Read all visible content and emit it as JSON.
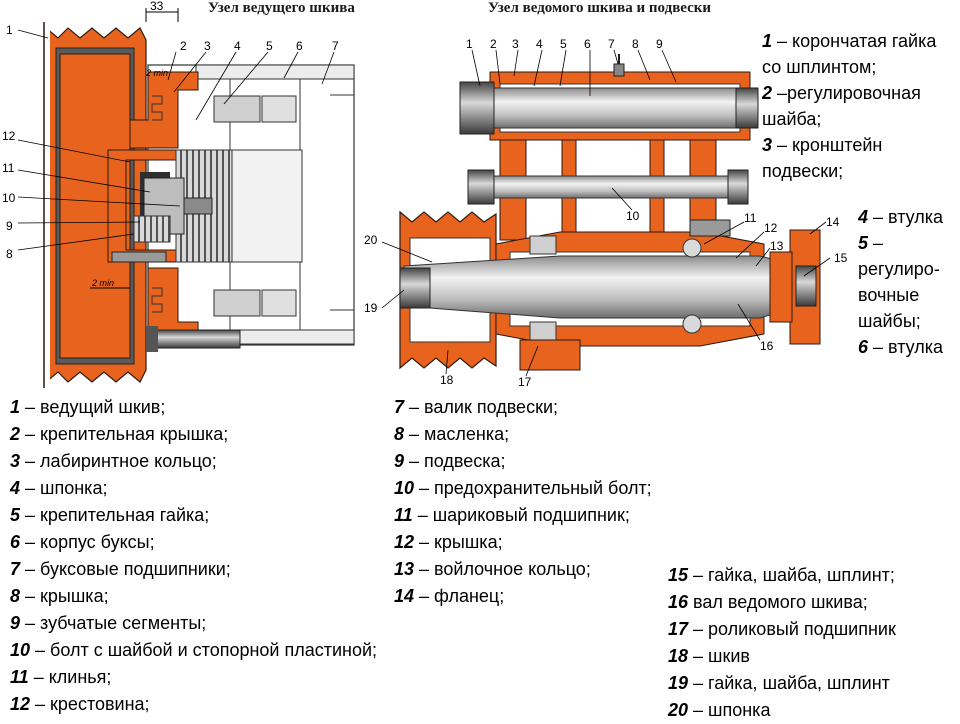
{
  "titles": {
    "left": "Узел ведущего шкива",
    "right": "Узел ведомого шкива и подвески"
  },
  "dimensions": {
    "top": "33",
    "gap_upper": "2 min",
    "gap_lower": "2 min"
  },
  "callouts": {
    "left": [
      "1",
      "2",
      "3",
      "4",
      "5",
      "6",
      "7",
      "8",
      "9",
      "10",
      "11",
      "12"
    ],
    "right_top": [
      "1",
      "2",
      "3",
      "4",
      "5",
      "6",
      "7",
      "8",
      "9",
      "10",
      "11",
      "12",
      "13",
      "14",
      "15",
      "16",
      "17",
      "18",
      "19",
      "20"
    ]
  },
  "side_legend": [
    {
      "num": "1",
      "text": " – корончатая гайка"
    },
    {
      "num": "",
      "text": "со шплинтом;"
    },
    {
      "num": "2",
      "text": " –регулировочная"
    },
    {
      "num": "",
      "text": "шайба;"
    },
    {
      "num": "3",
      "text": " – кронштейн"
    },
    {
      "num": "",
      "text": "подвески;"
    },
    {
      "num": "4",
      "text": " – втулка"
    },
    {
      "num": "5",
      "text": " –"
    },
    {
      "num": "",
      "text": "регулиро-"
    },
    {
      "num": "",
      "text": "вочные"
    },
    {
      "num": "",
      "text": "шайбы;"
    },
    {
      "num": "6",
      "text": " – втулка"
    }
  ],
  "legend_col1": [
    {
      "num": "1",
      "text": " – ведущий шкив;"
    },
    {
      "num": "2",
      "text": " – крепительная крышка;"
    },
    {
      "num": "3",
      "text": " – лабиринтное кольцо;"
    },
    {
      "num": "4",
      "text": " – шпонка;"
    },
    {
      "num": "5",
      "text": " – крепительная гайка;"
    },
    {
      "num": "6",
      "text": " – корпус буксы;"
    },
    {
      "num": "7",
      "text": " – буксовые подшипники;"
    },
    {
      "num": "8",
      "text": " – крышка;"
    },
    {
      "num": "9",
      "text": " – зубчатые сегменты;"
    },
    {
      "num": "10",
      "text": " – болт с шайбой и стопорной пластиной;"
    },
    {
      "num": "11",
      "text": " – клинья;"
    },
    {
      "num": "12",
      "text": " – крестовина;"
    }
  ],
  "legend_col2": [
    {
      "num": "7",
      "text": " – валик подвески;"
    },
    {
      "num": "8",
      "text": " – масленка;"
    },
    {
      "num": "9",
      "text": " – подвеска;"
    },
    {
      "num": "10",
      "text": " – предохранительный болт;"
    },
    {
      "num": "11",
      "text": " – шариковый подшипник;"
    },
    {
      "num": "12",
      "text": " – крышка;"
    },
    {
      "num": "13",
      "text": " – войлочное кольцо;"
    },
    {
      "num": "14",
      "text": " – фланец;"
    }
  ],
  "legend_col3": [
    {
      "num": "15",
      "text": " – гайка, шайба, шплинт;"
    },
    {
      "num": "16",
      "text": " вал ведомого шкива;"
    },
    {
      "num": "17",
      "text": " – роликовый подшипник"
    },
    {
      "num": "18",
      "text": " – шкив"
    },
    {
      "num": "19",
      "text": " – гайка, шайба, шплинт"
    },
    {
      "num": "20",
      "text": " – шпонка"
    }
  ],
  "colors": {
    "part_orange": "#e8641e",
    "outline": "#2a1a10",
    "shaft_gray": "#b9b9b9",
    "shaft_light": "#e6e6e6",
    "dark": "#3a3a3a"
  }
}
